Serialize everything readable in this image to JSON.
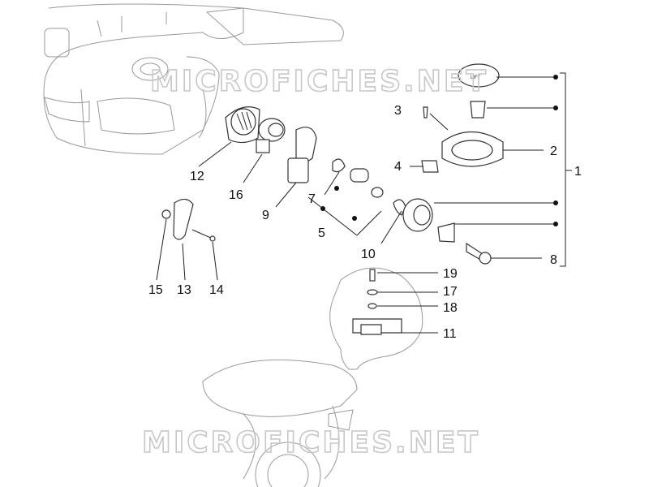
{
  "diagram": {
    "watermarks": [
      "MICROFICHES.NET",
      "MICROFICHES.NET"
    ],
    "cap_text": "LIFT",
    "callouts": [
      {
        "id": "c1",
        "text": "1"
      },
      {
        "id": "c2",
        "text": "2"
      },
      {
        "id": "c3",
        "text": "3"
      },
      {
        "id": "c4",
        "text": "4"
      },
      {
        "id": "c5",
        "text": "5"
      },
      {
        "id": "c7",
        "text": "7"
      },
      {
        "id": "c8",
        "text": "8"
      },
      {
        "id": "c9",
        "text": "9"
      },
      {
        "id": "c10",
        "text": "10"
      },
      {
        "id": "c11",
        "text": "11"
      },
      {
        "id": "c12",
        "text": "12"
      },
      {
        "id": "c13",
        "text": "13"
      },
      {
        "id": "c14",
        "text": "14"
      },
      {
        "id": "c15",
        "text": "15"
      },
      {
        "id": "c16",
        "text": "16"
      },
      {
        "id": "c17",
        "text": "17"
      },
      {
        "id": "c18",
        "text": "18"
      },
      {
        "id": "c19",
        "text": "19"
      }
    ],
    "colors": {
      "line": "#222222",
      "ghost": "#9a9a9a",
      "watermark": "#c8c8c8"
    }
  }
}
